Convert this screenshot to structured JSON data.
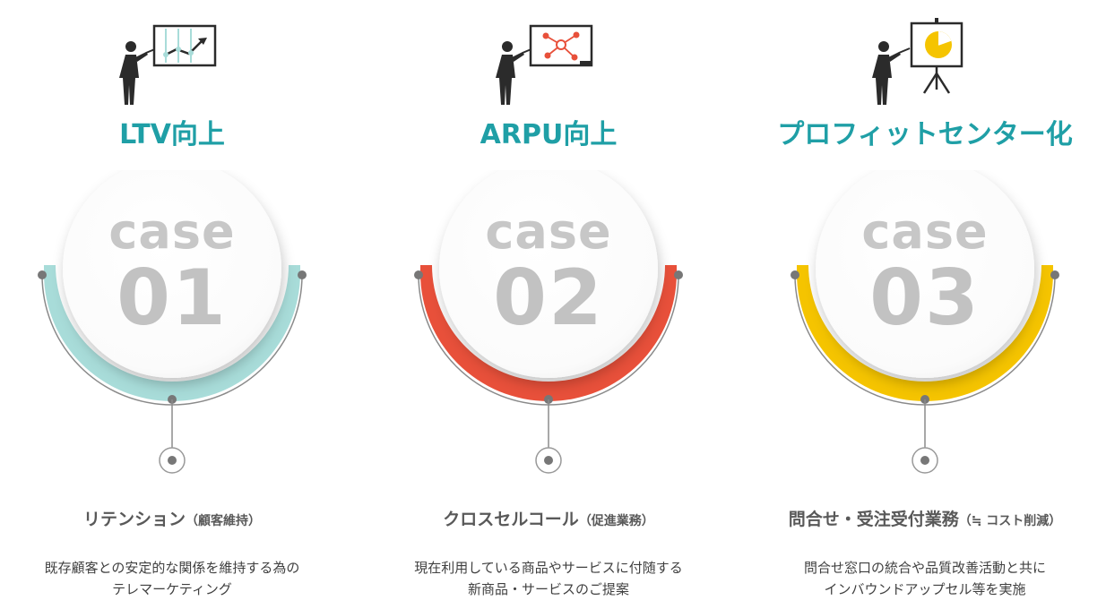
{
  "cases": [
    {
      "heading": "LTV向上",
      "case_word": "case",
      "case_number": "01",
      "title": "リテンション",
      "title_sub": "（顧客維持）",
      "desc_line1": "既存顧客との安定的な関係を維持する為の",
      "desc_line2": "テレマーケティング",
      "accent_color": "#a8dcd9",
      "icon": "presenter-line-chart-icon"
    },
    {
      "heading": "ARPU向上",
      "case_word": "case",
      "case_number": "02",
      "title": "クロスセルコール",
      "title_sub": "（促進業務）",
      "desc_line1": "現在利用している商品やサービスに付随する",
      "desc_line2": "新商品・サービスのご提案",
      "accent_color": "#e8503a",
      "icon": "presenter-network-icon"
    },
    {
      "heading": "プロフィットセンター化",
      "case_word": "case",
      "case_number": "03",
      "title": "問合せ・受注受付業務",
      "title_sub": "（≒ コスト削減）",
      "desc_line1": "問合せ窓口の統合や品質改善活動と共に",
      "desc_line2": "インバウンドアップセル等を実施",
      "accent_color": "#f5c400",
      "icon": "presenter-pie-chart-icon"
    }
  ],
  "colors": {
    "heading": "#1f9fa6",
    "case_text": "#c2c2c2",
    "connector": "#8a8a8a"
  }
}
